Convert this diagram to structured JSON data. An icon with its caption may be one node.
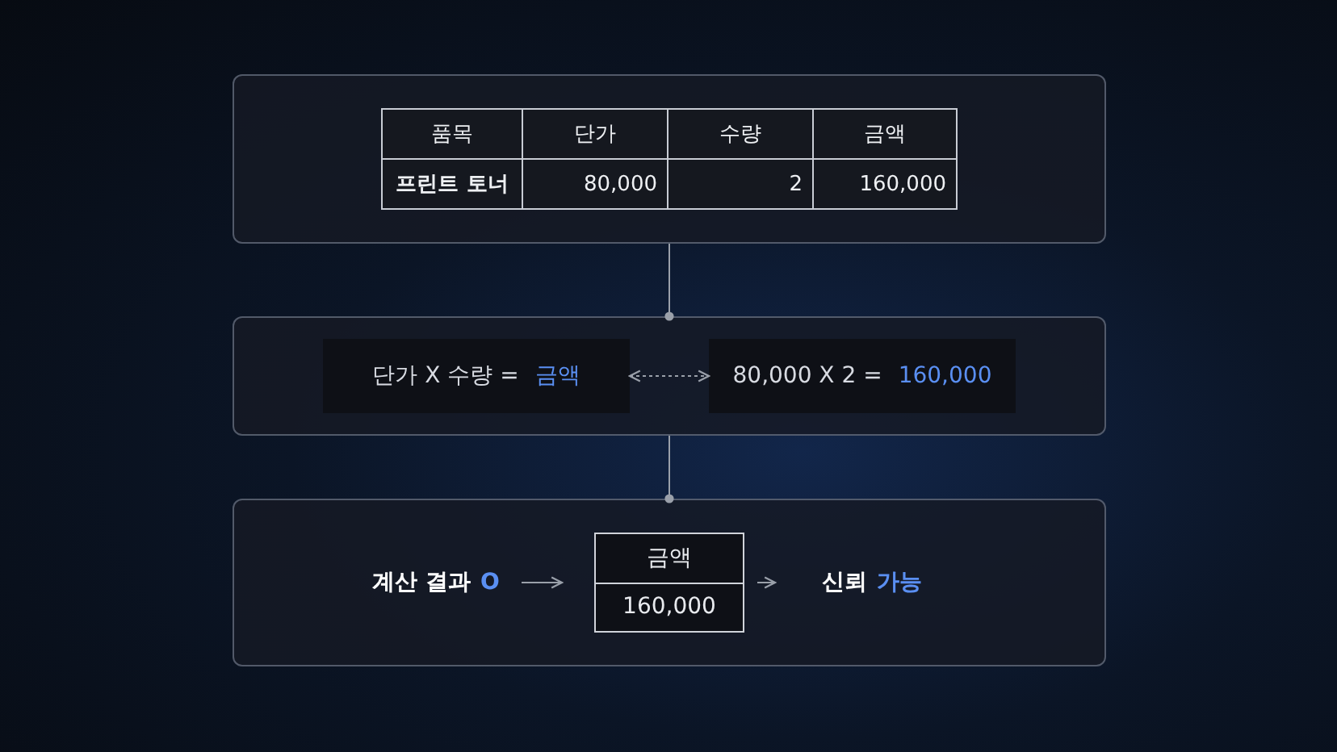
{
  "diagram": {
    "nodes": [
      {
        "text": [],
        "shape": "box"
      },
      {
        "text": [],
        "shape": "box"
      },
      {
        "text": [
          "단가 X 수량 =",
          "금액"
        ],
        "in": 1
      },
      {
        "text": [
          "80,000 X 2 =",
          "160,000"
        ],
        "in": 1
      },
      {
        "text": [],
        "shape": "box"
      },
      {
        "text": [
          "계산 결과",
          "O"
        ],
        "in": 4
      },
      {
        "text": [
          "금액",
          "160,000"
        ],
        "in": 4
      },
      {
        "text": [
          "신뢰",
          "가능"
        ],
        "in": 4
      }
    ],
    "edges": [
      {
        "from": 0,
        "to": 1,
        "arrow": "other"
      },
      {
        "from": 2,
        "to": 3,
        "arrow": "both",
        "style": "dashed"
      },
      {
        "from": 1,
        "to": 4,
        "arrow": "other"
      },
      {
        "from": 5,
        "to": 6,
        "arrow": "to"
      },
      {
        "from": 6,
        "to": 7,
        "arrow": "to"
      }
    ],
    "labels": [
      "품목",
      "단가",
      "수량",
      "금액",
      "프린트 토너",
      "80,000",
      "2",
      "160,000"
    ]
  }
}
